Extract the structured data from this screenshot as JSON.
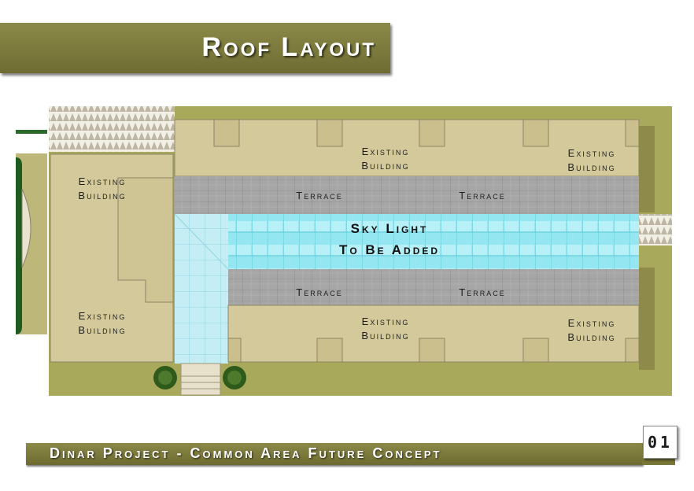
{
  "title": "Roof Layout",
  "footer": {
    "project": "Dinar Project - Common Area Future Concept",
    "page_number": "01"
  },
  "plan": {
    "skylight_line1": "Sky Light",
    "skylight_line2": "To Be Added",
    "building_label_line1": "Existing",
    "building_label_line2": "Building",
    "terrace_label": "Terrace"
  },
  "colors": {
    "banner": "#7a7838",
    "site": "#a9a95c",
    "building": "#d3c99a",
    "terrace": "#a5a5a5",
    "skylight": "#8fe3ee"
  }
}
